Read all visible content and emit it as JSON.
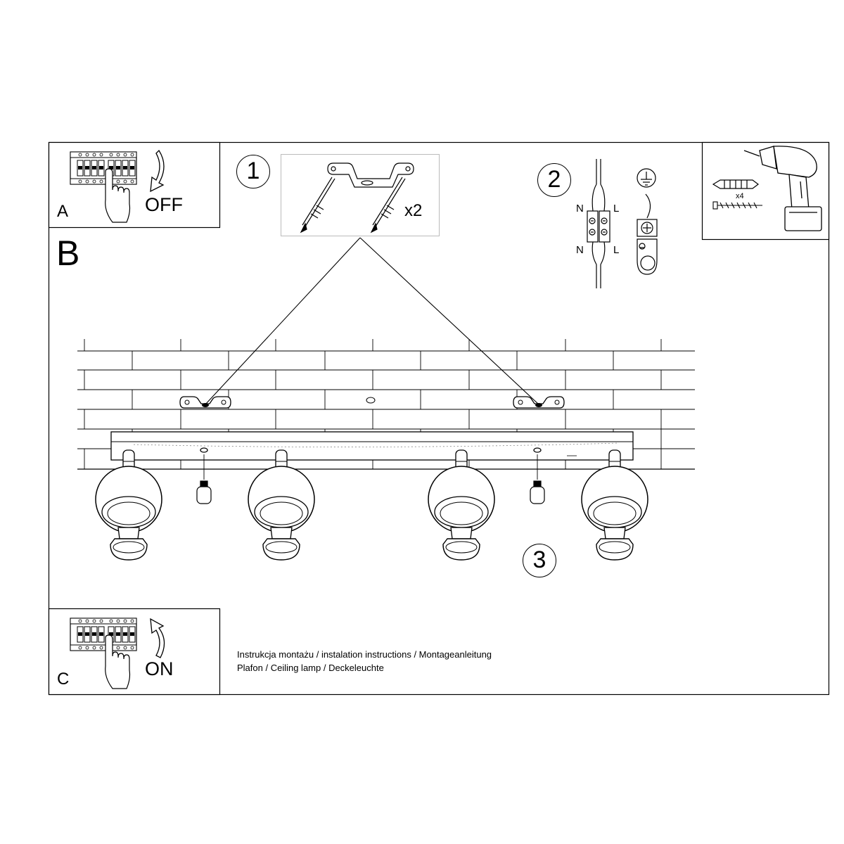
{
  "labels": {
    "big_step": "B",
    "panel_a_letter": "A",
    "panel_c_letter": "C",
    "off": "OFF",
    "on": "ON",
    "multiplier_brackets": "x2",
    "multiplier_screws": "x4",
    "step_1": "1",
    "step_2": "2",
    "step_3": "3",
    "neutral_top": "N",
    "live_top": "L",
    "neutral_bottom": "N",
    "live_bottom": "L"
  },
  "caption": {
    "line1": "Instrukcja montażu / instalation instructions / Montageanleitung",
    "line2": "Plafon / Ceiling lamp / Deckeleuchte"
  },
  "icons": {
    "breaker": "circuit-breaker-icon",
    "hand": "hand-icon",
    "arrow_down": "curved-arrow-down-icon",
    "arrow_up": "curved-arrow-up-icon",
    "bracket": "mounting-bracket-icon",
    "terminal": "terminal-block-icon",
    "ground": "ground-symbol-icon",
    "drill": "drill-icon",
    "dowel": "wall-plug-icon",
    "screw": "screw-icon",
    "lamp": "spotlight-icon"
  }
}
